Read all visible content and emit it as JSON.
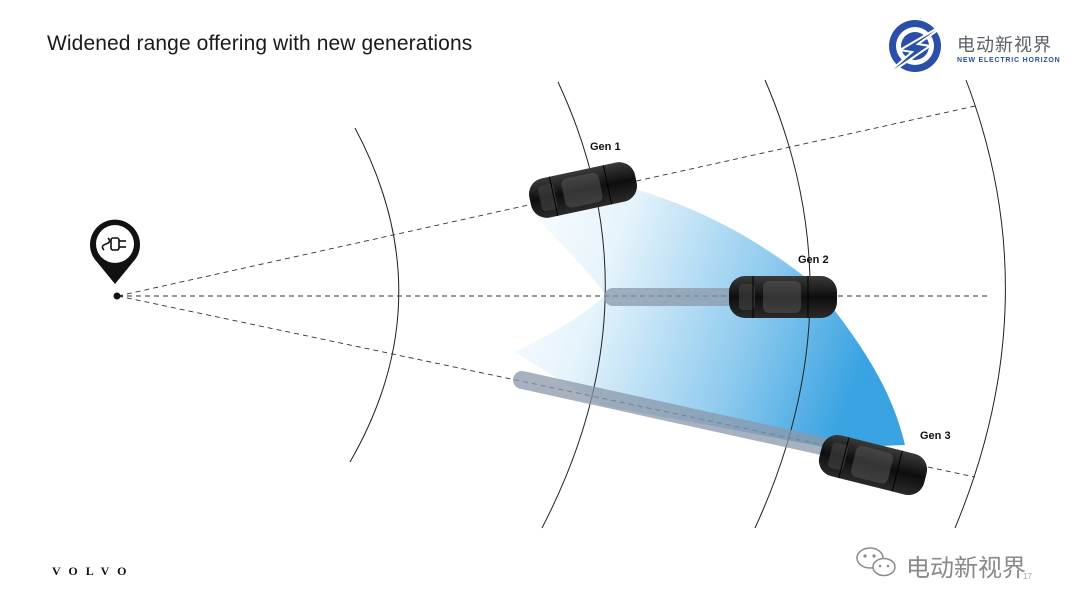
{
  "slide": {
    "title": "Widened range offering with new generations",
    "brand": {
      "name_cn": "电动新视界",
      "name_en": "NEW ELECTRIC HORIZON",
      "logo_icon": "lightning-globe-icon",
      "color": "#2a4fa8"
    },
    "footer": {
      "volvo_wordmark": "VOLVO",
      "watermark_text": "电动新视界",
      "watermark_icon": "wechat-icon",
      "page_number": "17"
    }
  },
  "diagram": {
    "origin_icon": "charging-station-pin-icon",
    "generations": [
      {
        "label": "Gen 1"
      },
      {
        "label": "Gen 2"
      },
      {
        "label": "Gen 3"
      }
    ],
    "colors": {
      "range_fill": "#2f9ee0",
      "trail": "#8a98ab",
      "car": "#1a1a1a",
      "lines": "#222222"
    }
  }
}
